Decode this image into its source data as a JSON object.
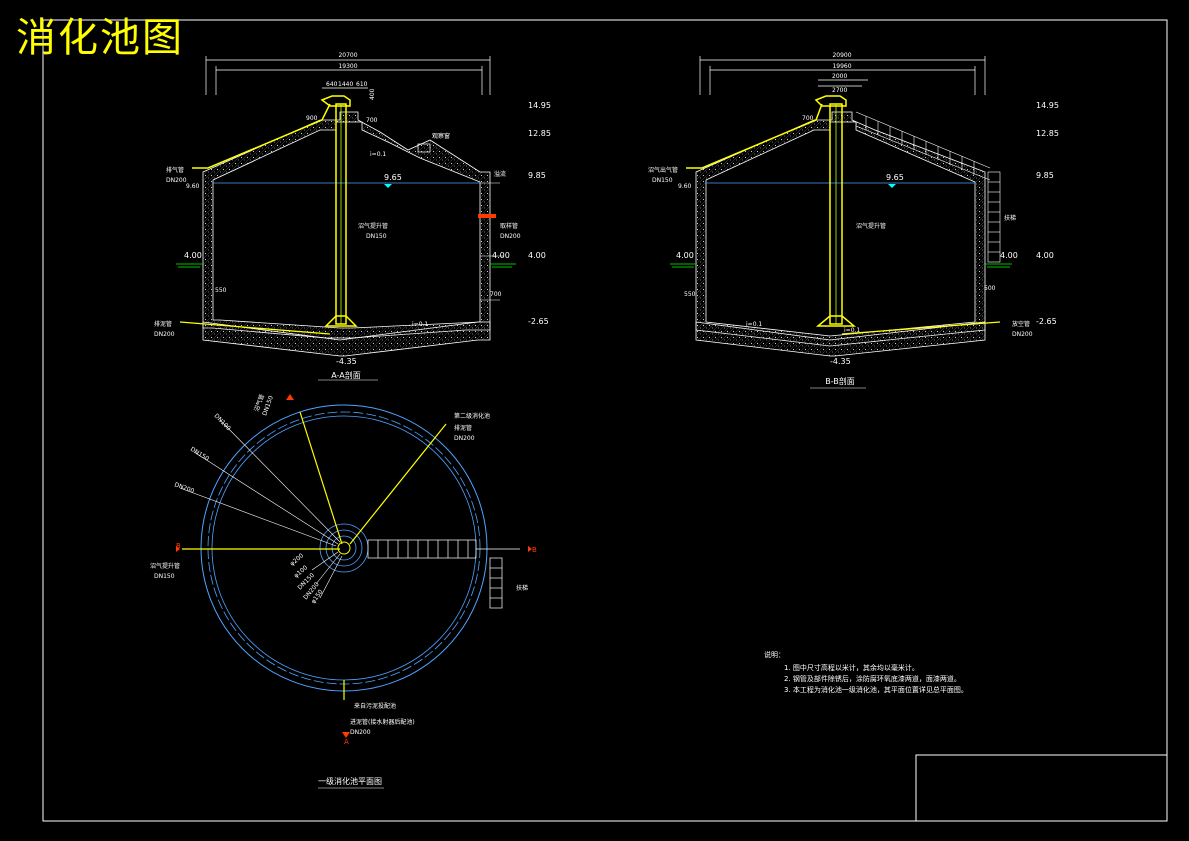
{
  "drawing": {
    "title": "消化池图",
    "colors": {
      "background": "#000000",
      "frame": "#ffffff",
      "concrete": "#ffffff",
      "pipe": "#ffff00",
      "pipe_edge": "#bfff00",
      "water": "#00ffff",
      "plan_circle": "#4fa3ff",
      "ground": "#00c000",
      "red": "#ff3b00",
      "text": "#ffffff"
    }
  },
  "section_aa": {
    "caption": "A-A剖面",
    "dim_total": "20700",
    "dim_inner": "19300",
    "dim_top_a": "640",
    "dim_top_b": "1440",
    "dim_top_c": "610",
    "dim_right_top": "400",
    "left_labels": {
      "gas_pipe": "排气管",
      "gas_pipe_size": "DN200",
      "elev_left": "9.60",
      "ground_left": "4.00",
      "wall": "550",
      "drain_pipe": "排泥管",
      "drain_size": "DN200"
    },
    "center_labels": {
      "rise_pipe": "沼气提升管",
      "rise_size": "DN150",
      "water_level": "9.65",
      "dim_700": "700",
      "dim_900": "900",
      "bottom_elev": "-4.35",
      "slope_1": "i=0.1",
      "slope_2": "i=0.1"
    },
    "right_labels": {
      "window": "观察窗",
      "overflow": "溢流",
      "sample": "取样管",
      "sample_size": "DN200",
      "ground_right": "4.00",
      "dim_700": "700"
    },
    "elevations": [
      "14.95",
      "12.85",
      "9.85",
      "4.00",
      "-2.65"
    ]
  },
  "section_bb": {
    "caption": "B-B剖面",
    "dim_total": "20900",
    "dim_inner": "19960",
    "dim_top_a": "2000",
    "dim_top_b": "2700",
    "left_labels": {
      "gas_pipe": "沼气出气管",
      "gas_pipe_size": "DN150",
      "elev_left": "9.60",
      "ground_left": "4.00",
      "wall": "550",
      "dim_bot": "700"
    },
    "center_labels": {
      "rise_pipe": "沼气提升管",
      "water_level": "9.65",
      "bottom_elev": "-4.35",
      "slope_1": "i=0.1",
      "slope_2": "i=0.1"
    },
    "right_labels": {
      "stair": "扶梯",
      "wall": "500",
      "drain": "放空管",
      "drain_size": "DN200",
      "ground_right": "4.00"
    },
    "elevations": [
      "14.95",
      "12.85",
      "9.85",
      "4.00",
      "-2.65"
    ]
  },
  "plan": {
    "caption": "一级消化池平面图",
    "mark_a": "A",
    "mark_b": "B",
    "labels": {
      "top_pipe": "沼气管",
      "top_pipe_size": "DN150",
      "pipe_1": "DN100",
      "pipe_2": "DN150",
      "pipe_3": "DN200",
      "left_pipe": "沼气提升管",
      "left_pipe_size": "DN150",
      "right_pipe_a": "第二级消化池",
      "right_pipe_b": "排泥管",
      "right_pipe_c": "DN200",
      "stair": "扶梯",
      "bottom_a": "来自污泥投配池",
      "bottom_b": "进泥管(接水射器后配池)",
      "bottom_c": "DN200",
      "small_1": "φ200",
      "small_2": "φ100",
      "small_3": "DN150",
      "small_4": "DN200",
      "small_5": "φ150"
    }
  },
  "notes": {
    "heading": "说明：",
    "items": [
      "1. 图中尺寸高程以米计，其余均以毫米计。",
      "2. 钢管及部件除锈后，涂防腐环氧底漆两道，面漆两道。",
      "3. 本工程为消化池一级消化池，其平面位置详见总平面图。"
    ]
  }
}
